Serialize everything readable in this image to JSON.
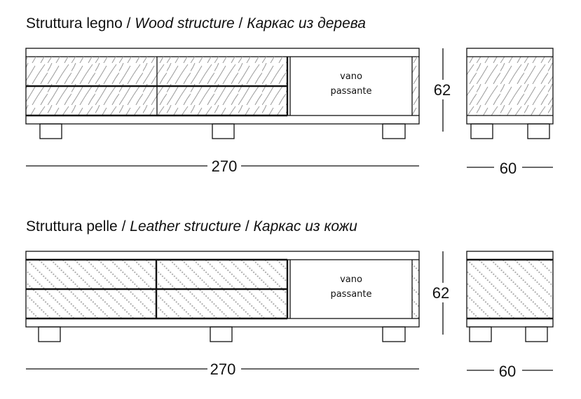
{
  "sections": [
    {
      "title_it": "Struttura legno",
      "sep1": " / ",
      "title_en": "Wood structure",
      "sep2": " / ",
      "title_ru": "Каркас из дерева",
      "compartment_label_1": "vano",
      "compartment_label_2": "passante",
      "height": "62",
      "length": "270",
      "depth": "60",
      "texture": "wood"
    },
    {
      "title_it": "Struttura pelle",
      "sep1": " / ",
      "title_en": "Leather structure",
      "sep2": " / ",
      "title_ru": "Каркас из кожи",
      "compartment_label_1": "vano",
      "compartment_label_2": "passante",
      "height": "62",
      "length": "270",
      "depth": "60",
      "texture": "leather"
    }
  ]
}
